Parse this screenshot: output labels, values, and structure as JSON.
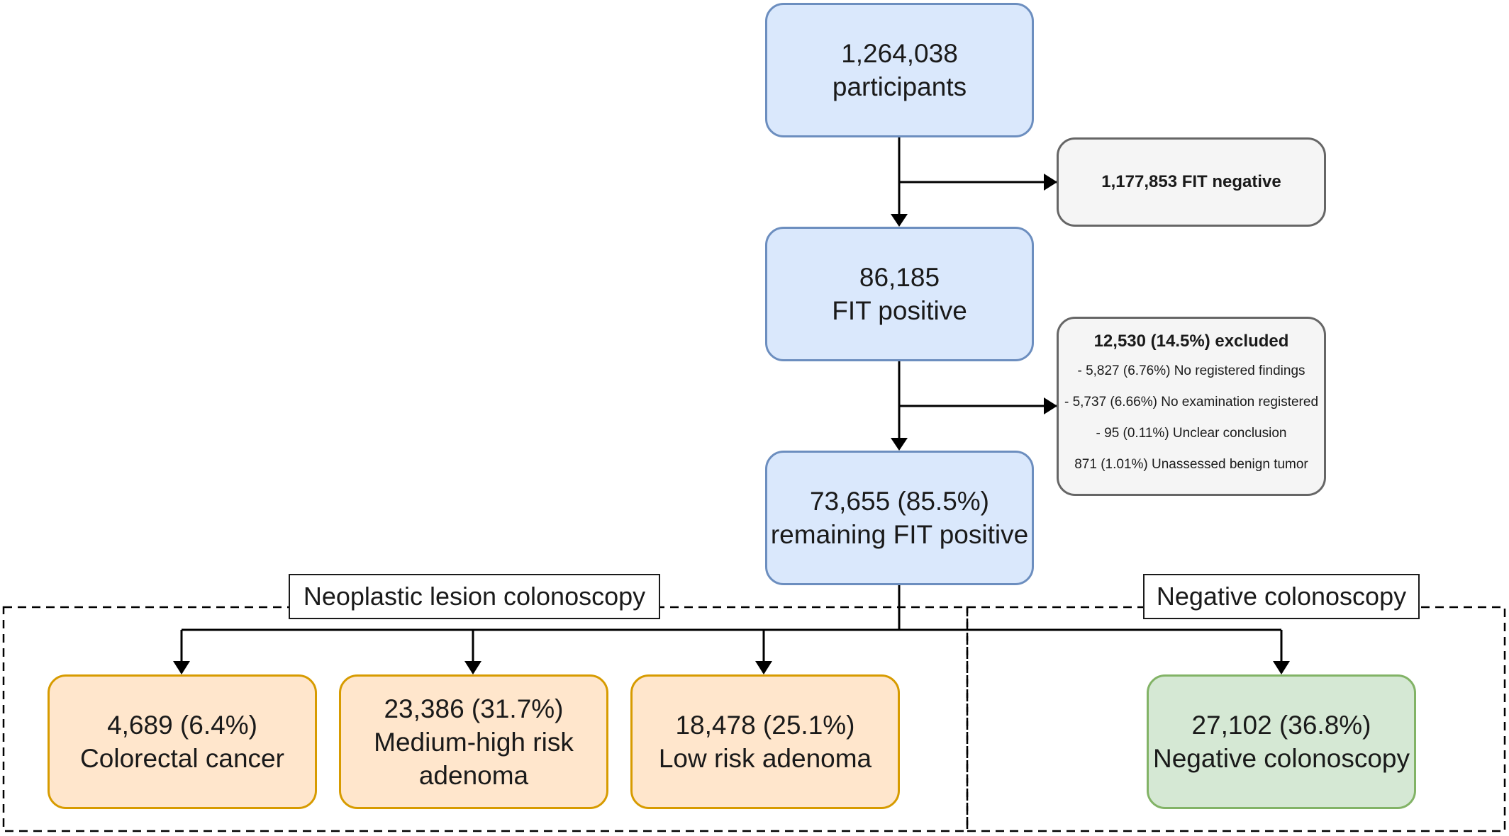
{
  "flow": {
    "participants": {
      "count": "1,264,038",
      "label": "participants"
    },
    "fit_negative": {
      "label": "1,177,853 FIT negative"
    },
    "fit_positive": {
      "count": "86,185",
      "label": "FIT positive"
    },
    "excluded": {
      "title": "12,530 (14.5%) excluded",
      "items": [
        "-  5,827 (6.76%) No registered findings",
        "- 5,737 (6.66%) No examination registered",
        "- 95 (0.11%) Unclear conclusion",
        "871 (1.01%) Unassessed benign tumor"
      ]
    },
    "remaining": {
      "count": "73,655 (85.5%)",
      "label": "remaining FIT positive"
    }
  },
  "groups": {
    "neoplastic": {
      "label": "Neoplastic lesion colonoscopy"
    },
    "negative": {
      "label": "Negative colonoscopy"
    }
  },
  "outcomes": {
    "colorectal_cancer": {
      "count": "4,689 (6.4%)",
      "label": "Colorectal cancer"
    },
    "medium_high": {
      "count": "23,386 (31.7%)",
      "label_line1": "Medium-high risk",
      "label_line2": "adenoma"
    },
    "low_risk": {
      "count": "18,478 (25.1%)",
      "label": "Low risk adenoma"
    },
    "negative": {
      "count": "27,102 (36.8%)",
      "label": "Negative colonoscopy"
    }
  },
  "colors": {
    "blue_fill": "#dae8fc",
    "blue_stroke": "#6c8ebf",
    "grey_fill": "#f5f5f5",
    "grey_stroke": "#666666",
    "orange_fill": "#ffe6cc",
    "orange_stroke": "#d79b00",
    "green_fill": "#d5e8d4",
    "green_stroke": "#82b366"
  }
}
